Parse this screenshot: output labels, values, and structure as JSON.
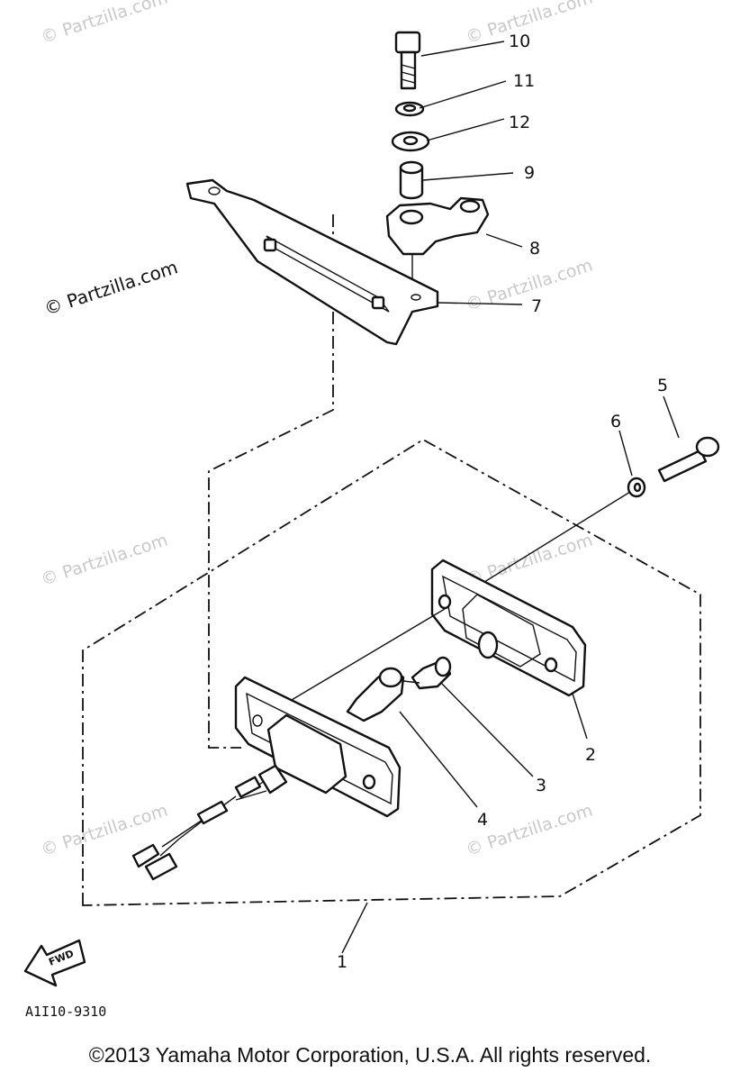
{
  "watermark": {
    "text": "© Partzilla.com"
  },
  "diagram": {
    "callouts": [
      "10",
      "11",
      "12",
      "9",
      "8",
      "7",
      "5",
      "6",
      "2",
      "3",
      "4",
      "1"
    ],
    "fwd_label": "FWD",
    "figure_code": "A1I10-9310"
  },
  "footer": {
    "text": "©2013 Yamaha Motor Corporation, U.S.A. All rights reserved."
  }
}
